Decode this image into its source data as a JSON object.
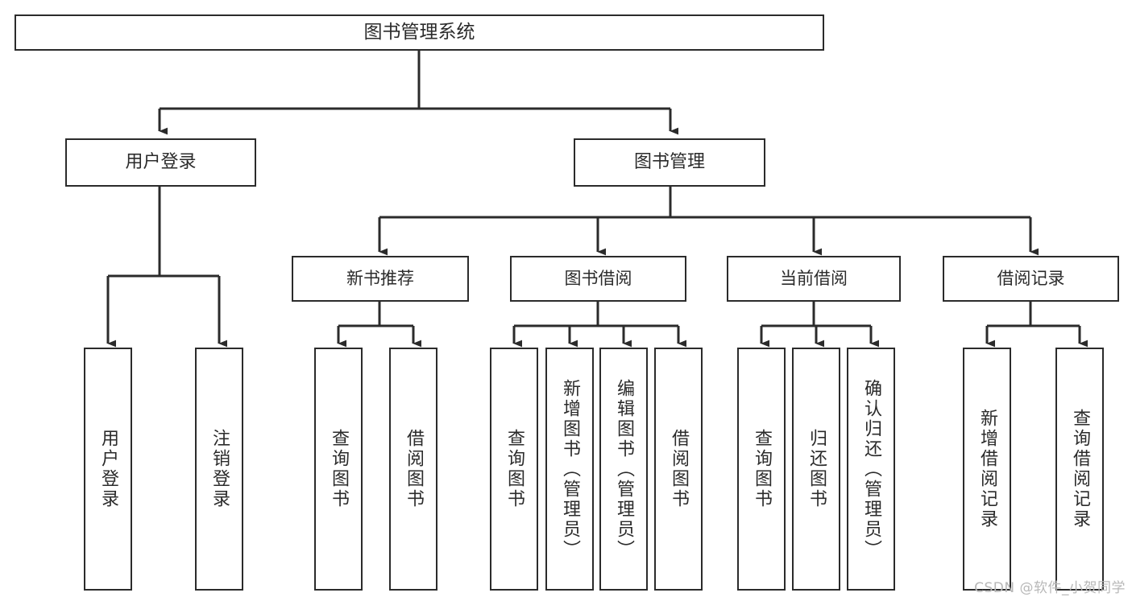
{
  "diagram": {
    "title": "图书管理系统",
    "type": "tree-hierarchy",
    "stroke_color": "#2b2b2b",
    "background_color": "#ffffff",
    "text_color": "#2b2b2b"
  },
  "nodes": {
    "root": {
      "label": "图书管理系统"
    },
    "level2": [
      {
        "label": "用户登录"
      },
      {
        "label": "图书管理"
      }
    ],
    "level3": [
      {
        "label": "新书推荐"
      },
      {
        "label": "图书借阅"
      },
      {
        "label": "当前借阅"
      },
      {
        "label": "借阅记录"
      }
    ],
    "leaves": [
      {
        "label": "用户登录"
      },
      {
        "label": "注销登录"
      },
      {
        "label": "查询图书"
      },
      {
        "label": "借阅图书"
      },
      {
        "label": "查询图书"
      },
      {
        "label": "新增图书（管理员）"
      },
      {
        "label": "编辑图书（管理员）"
      },
      {
        "label": "借阅图书"
      },
      {
        "label": "查询图书"
      },
      {
        "label": "归还图书"
      },
      {
        "label": "确认归还（管理员）"
      },
      {
        "label": "新增借阅记录"
      },
      {
        "label": "查询借阅记录"
      }
    ]
  },
  "watermark": {
    "text": "CSDN @软件_小贺同学"
  }
}
